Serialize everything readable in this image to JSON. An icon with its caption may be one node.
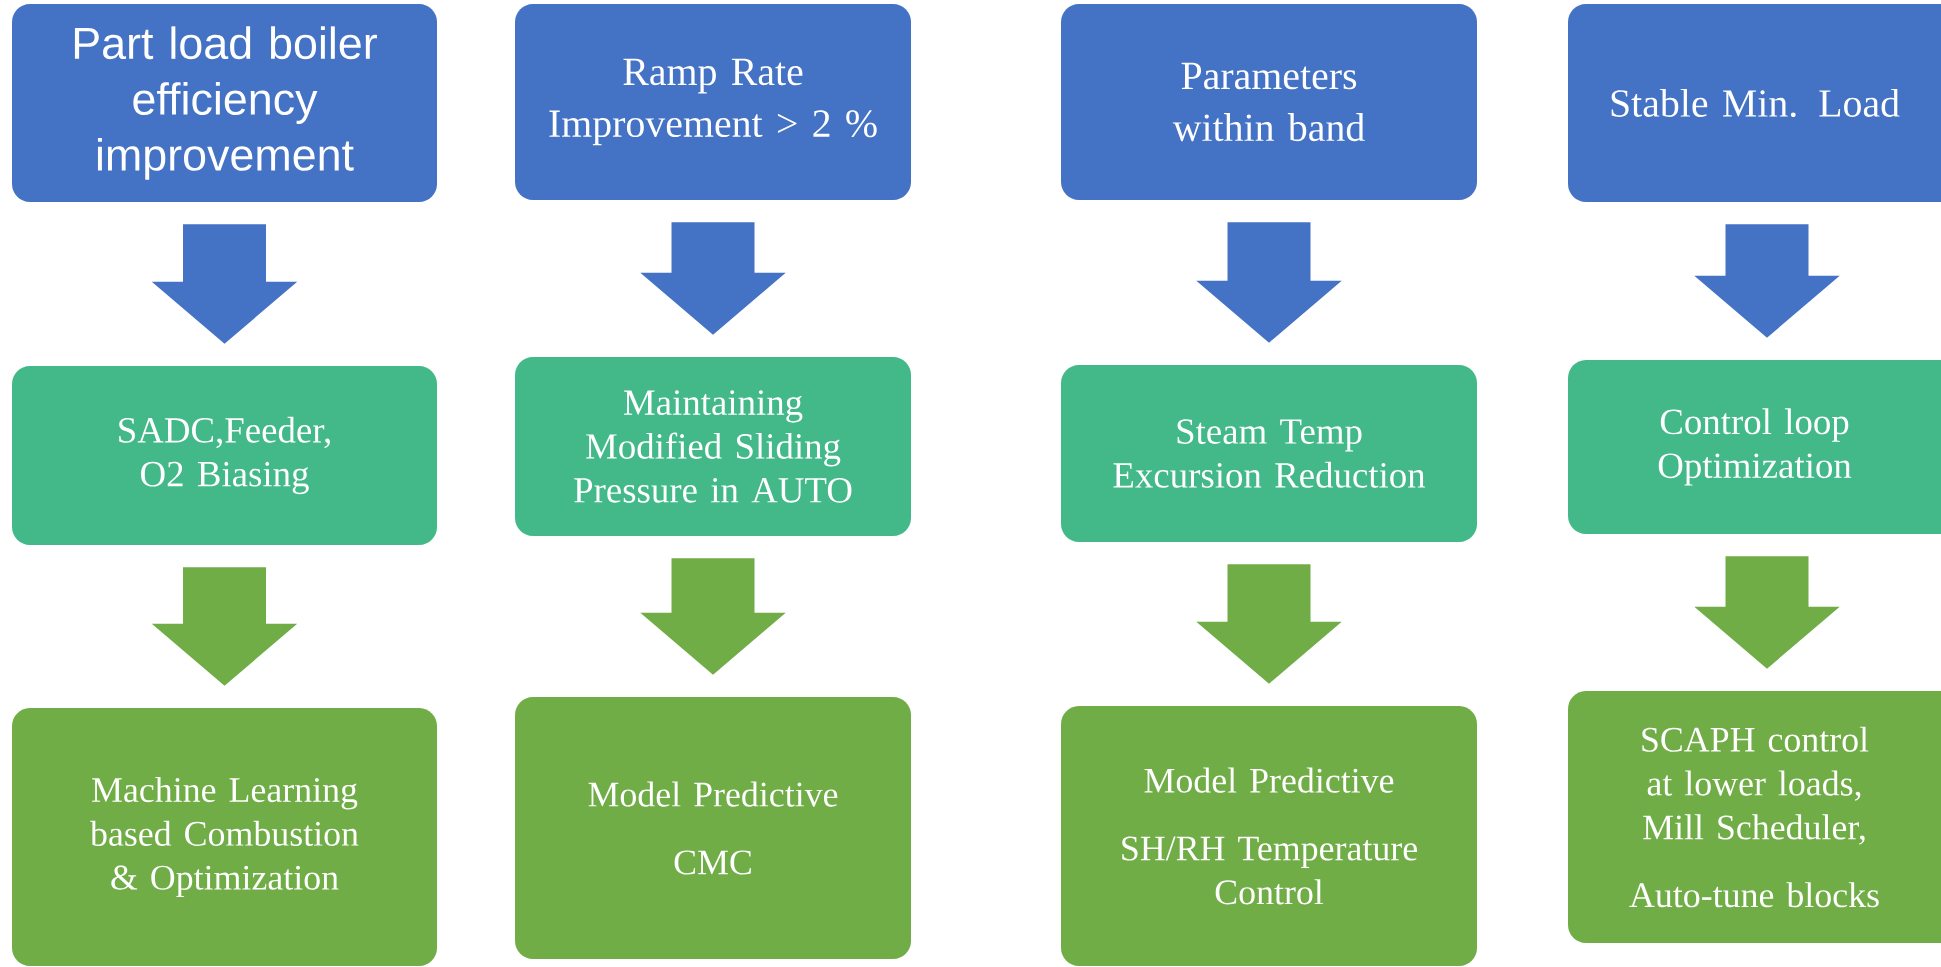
{
  "diagram": {
    "nodes": [
      {
        "text": [
          "Part load boiler efficiency improvement"
        ]
      },
      {
        "text": [
          "Ramp Rate Improvement > 2 %"
        ]
      },
      {
        "text": [
          "Parameters within band"
        ]
      },
      {
        "text": [
          "Stable Min. Load"
        ]
      },
      {
        "text": [
          "SADC,Feeder, O2 Biasing"
        ]
      },
      {
        "text": [
          "Maintaining Modified Sliding Pressure in AUTO"
        ]
      },
      {
        "text": [
          "Steam Temp Excursion Reduction"
        ]
      },
      {
        "text": [
          "Control loop Optimization"
        ]
      },
      {
        "text": [
          "Machine Learning based Combustion & Optimization"
        ]
      },
      {
        "text": [
          "Model Predictive",
          "CMC"
        ]
      },
      {
        "text": [
          "Model Predictive",
          "SH/RH Temperature Control"
        ]
      },
      {
        "text": [
          "SCAPH control at lower loads, Mill Scheduler,",
          "Auto-tune blocks"
        ]
      }
    ],
    "edges": [
      {
        "from": 0,
        "to": 4,
        "arrow": "to",
        "color": "#4472c4"
      },
      {
        "from": 1,
        "to": 5,
        "arrow": "to",
        "color": "#4472c4"
      },
      {
        "from": 2,
        "to": 6,
        "arrow": "to",
        "color": "#4472c4"
      },
      {
        "from": 3,
        "to": 7,
        "arrow": "to",
        "color": "#4472c4"
      },
      {
        "from": 4,
        "to": 8,
        "arrow": "to",
        "color": "#70ad47"
      },
      {
        "from": 5,
        "to": 9,
        "arrow": "to",
        "color": "#70ad47"
      },
      {
        "from": 6,
        "to": 10,
        "arrow": "to",
        "color": "#70ad47"
      },
      {
        "from": 7,
        "to": 11,
        "arrow": "to",
        "color": "#70ad47"
      }
    ]
  }
}
